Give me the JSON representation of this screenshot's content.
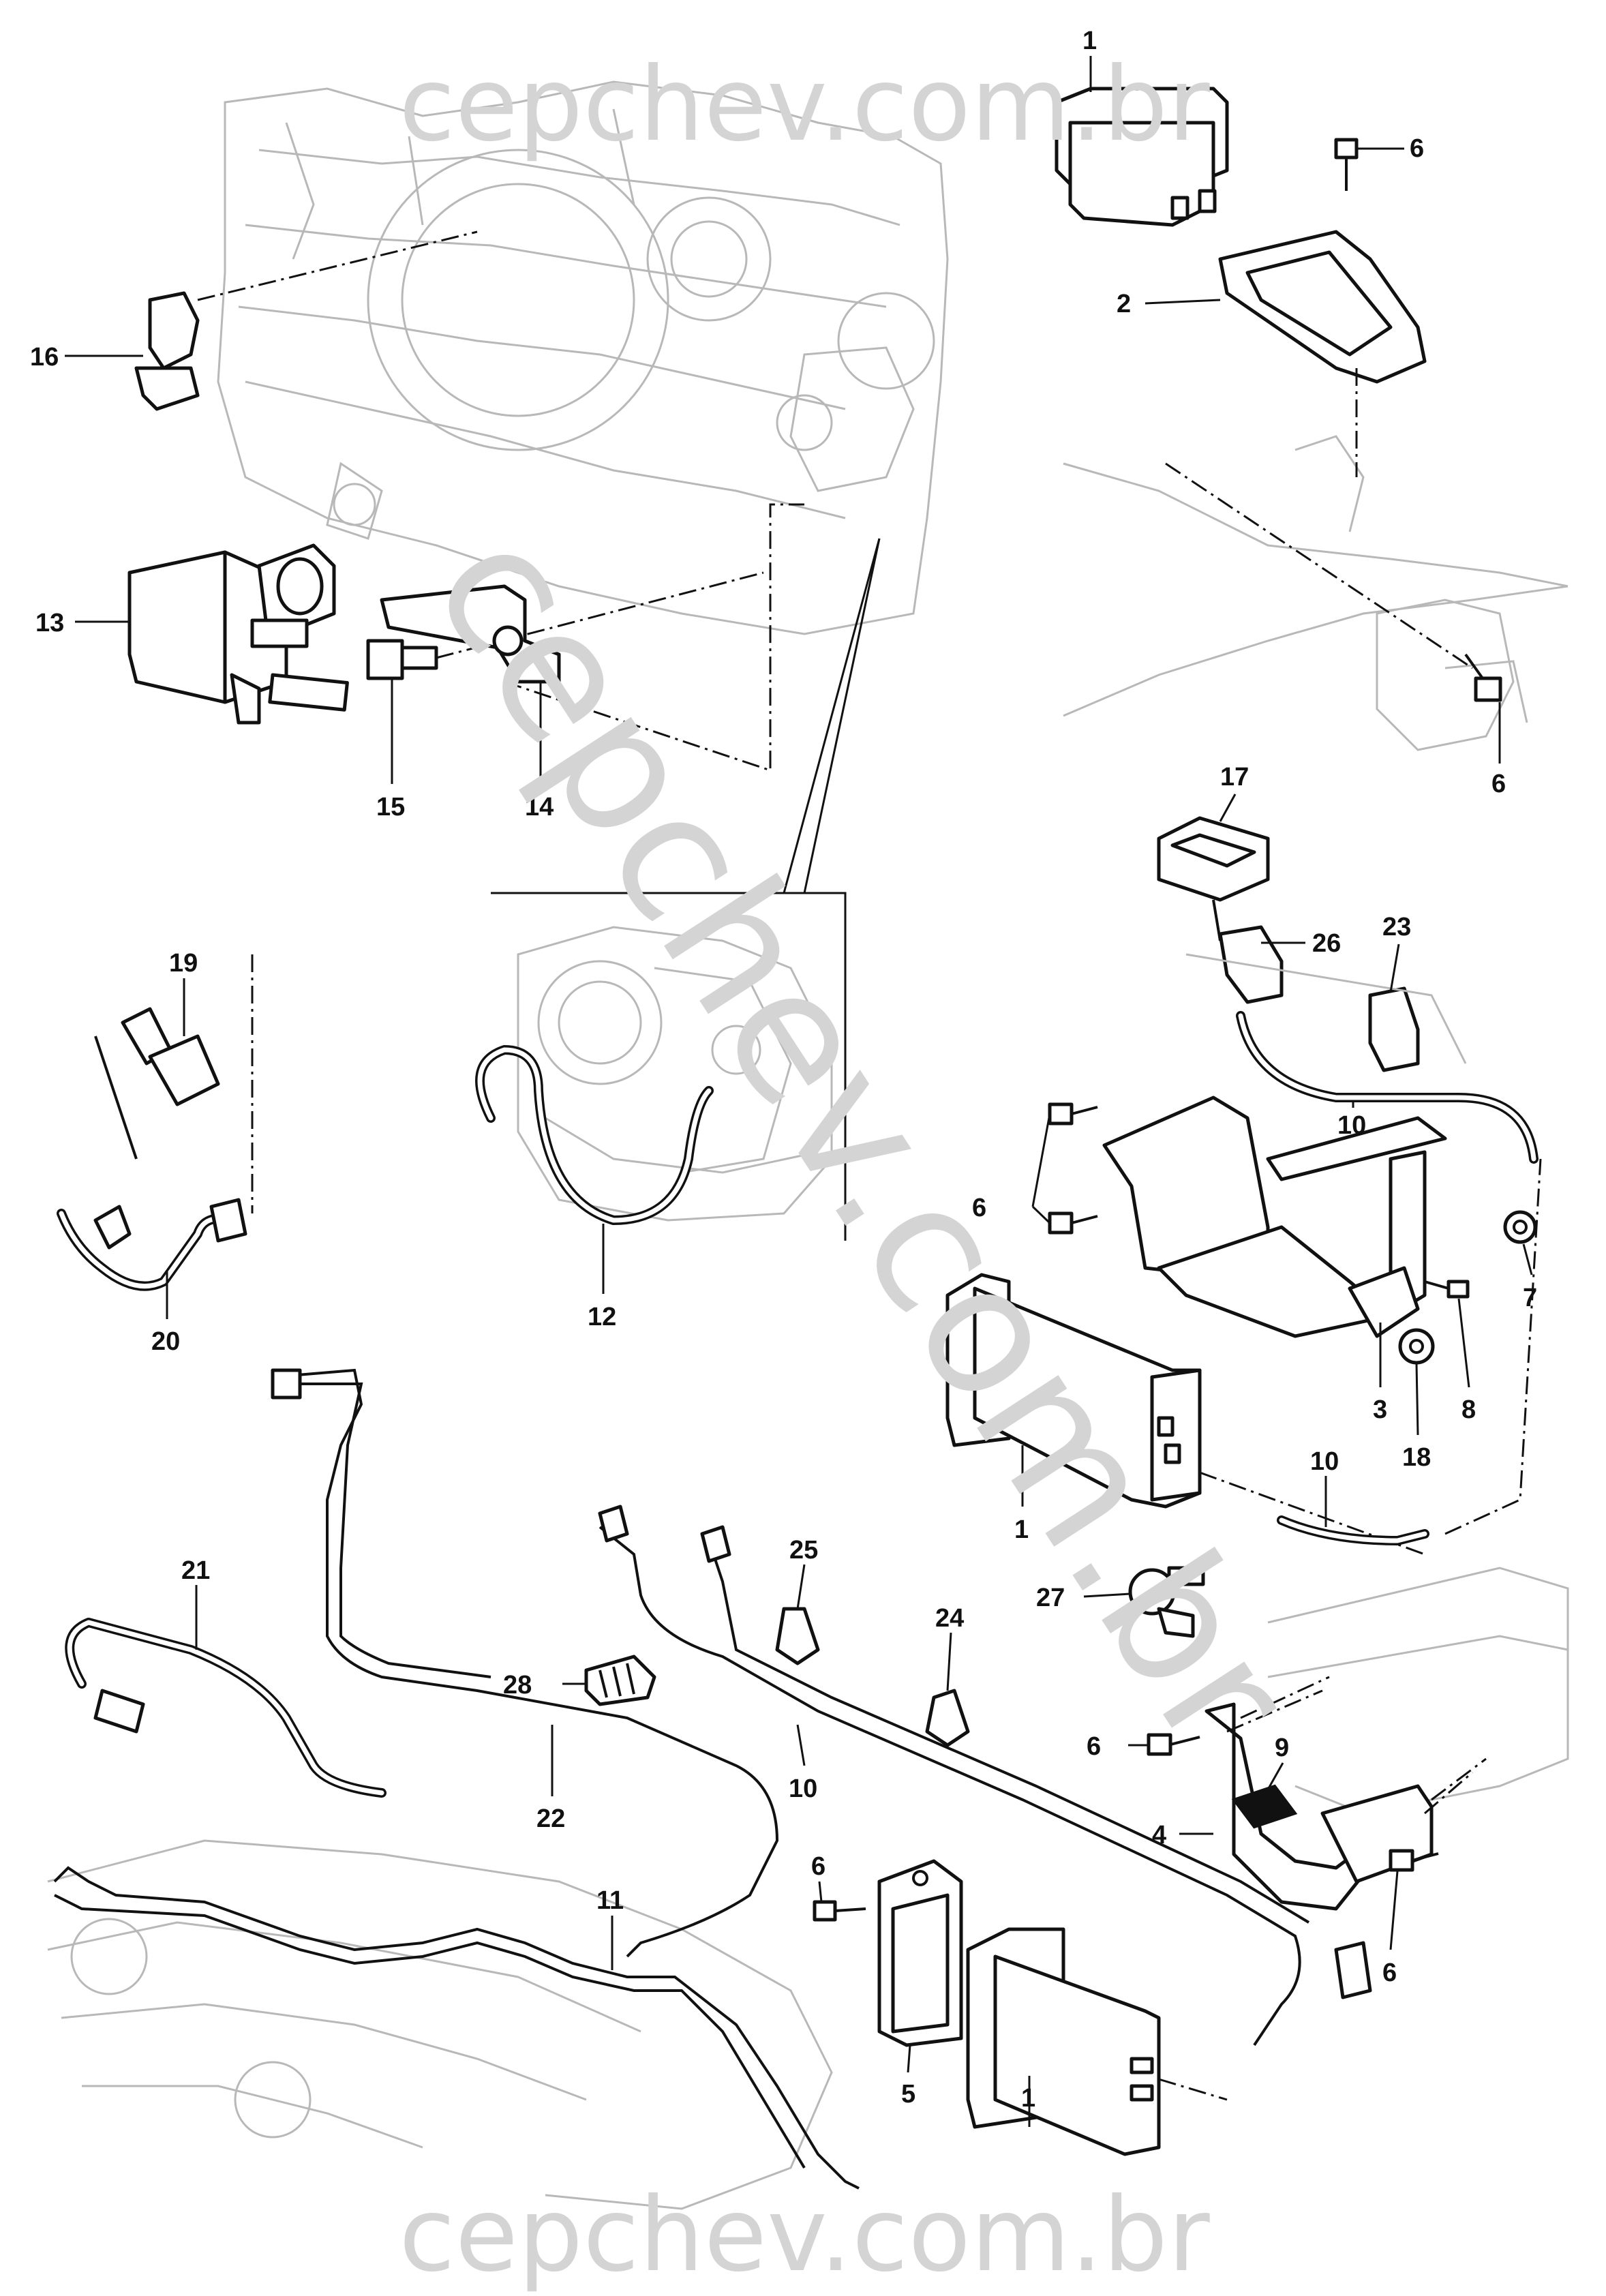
{
  "watermark": {
    "top": "cepchev.com.br",
    "bottom": "cepchev.com.br",
    "diagonal": "cepchev.com.br"
  },
  "callouts": [
    {
      "id": "c1a",
      "label": "1"
    },
    {
      "id": "c6a",
      "label": "6"
    },
    {
      "id": "c2",
      "label": "2"
    },
    {
      "id": "c6b",
      "label": "6"
    },
    {
      "id": "c16",
      "label": "16"
    },
    {
      "id": "c13",
      "label": "13"
    },
    {
      "id": "c15",
      "label": "15"
    },
    {
      "id": "c14",
      "label": "14"
    },
    {
      "id": "c17",
      "label": "17"
    },
    {
      "id": "c26",
      "label": "26"
    },
    {
      "id": "c23",
      "label": "23"
    },
    {
      "id": "c10a",
      "label": "10"
    },
    {
      "id": "c19",
      "label": "19"
    },
    {
      "id": "c20",
      "label": "20"
    },
    {
      "id": "c12",
      "label": "12"
    },
    {
      "id": "c6c",
      "label": "6"
    },
    {
      "id": "c7",
      "label": "7"
    },
    {
      "id": "c3",
      "label": "3"
    },
    {
      "id": "c8",
      "label": "8"
    },
    {
      "id": "c18",
      "label": "18"
    },
    {
      "id": "c1b",
      "label": "1"
    },
    {
      "id": "c10b",
      "label": "10"
    },
    {
      "id": "c21",
      "label": "21"
    },
    {
      "id": "c25",
      "label": "25"
    },
    {
      "id": "c24",
      "label": "24"
    },
    {
      "id": "c27",
      "label": "27"
    },
    {
      "id": "c28",
      "label": "28"
    },
    {
      "id": "c10c",
      "label": "10"
    },
    {
      "id": "c22",
      "label": "22"
    },
    {
      "id": "c6d",
      "label": "6"
    },
    {
      "id": "c9",
      "label": "9"
    },
    {
      "id": "c4",
      "label": "4"
    },
    {
      "id": "c6e",
      "label": "6"
    },
    {
      "id": "c11",
      "label": "11"
    },
    {
      "id": "c5",
      "label": "5"
    },
    {
      "id": "c6f",
      "label": "6"
    },
    {
      "id": "c1c",
      "label": "1"
    }
  ]
}
